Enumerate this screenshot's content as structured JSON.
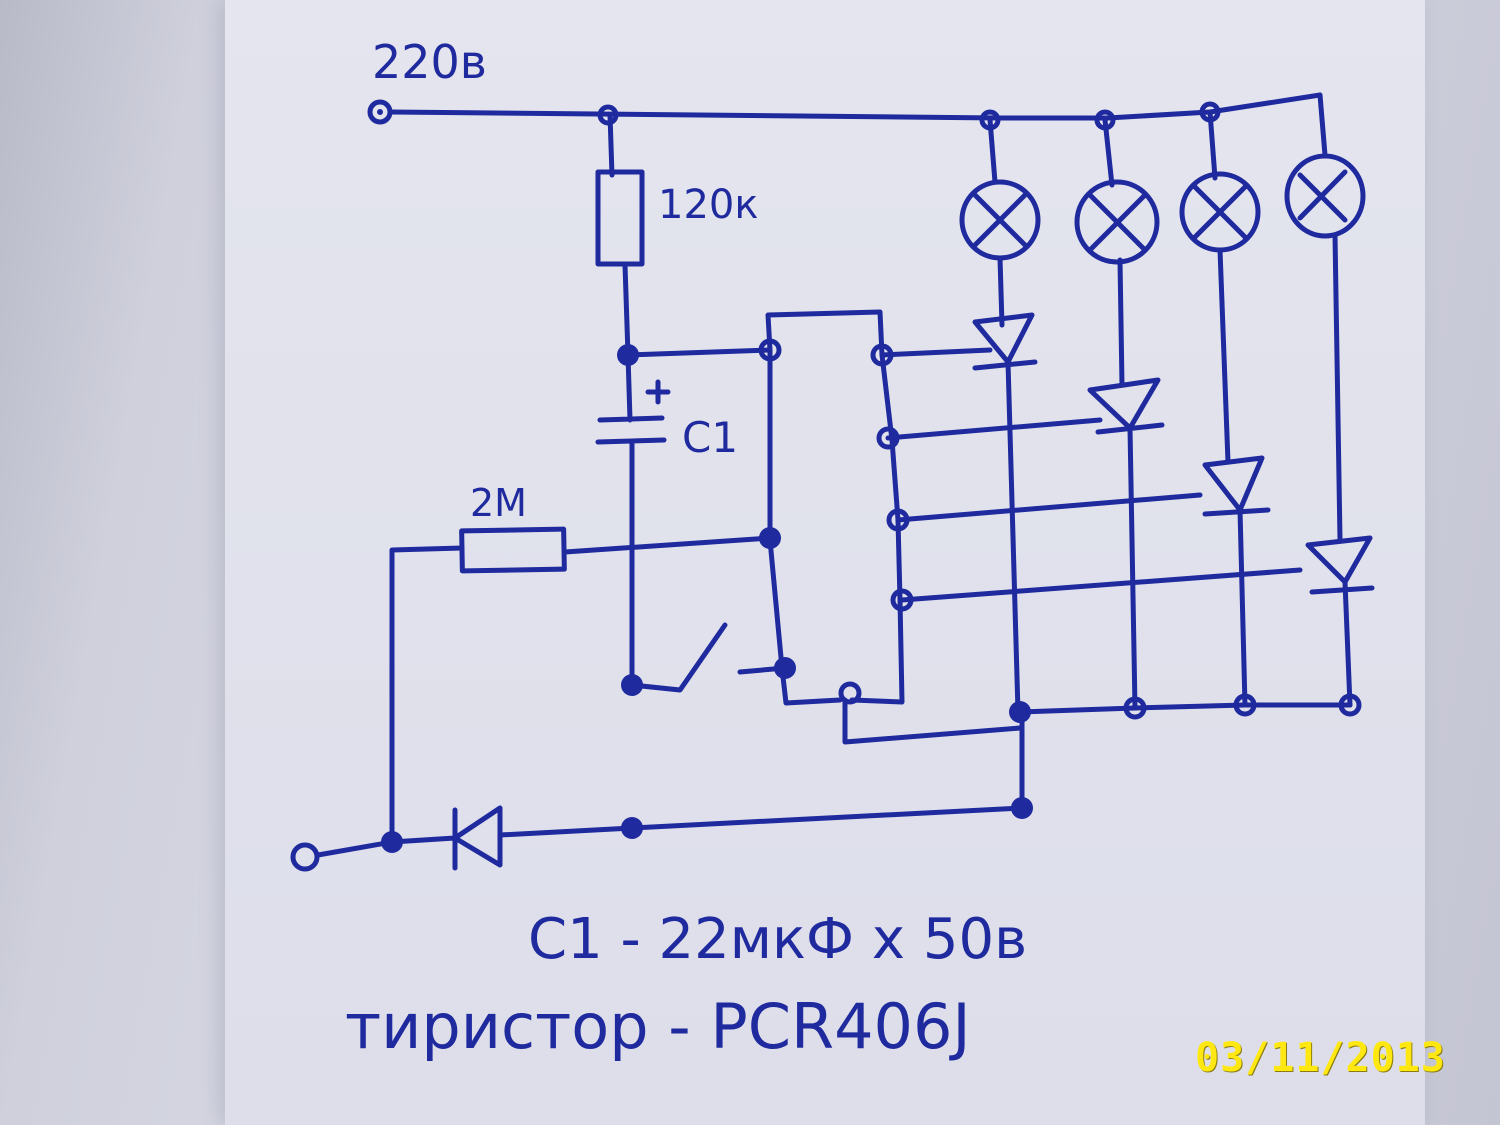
{
  "labels": {
    "supply": "220в",
    "resistor_top": "120к",
    "capacitor": "С1",
    "capacitor_polarity": "+",
    "resistor_left": "2М",
    "note_capacitor": "С1 - 22мкФ х 50в",
    "note_thyristor": "тиристор - PCR406J"
  },
  "timestamp": "03/11/2013",
  "colors": {
    "ink": "#1f2a9e",
    "paper": "#e1e2ec",
    "stamp": "#ffe812"
  }
}
